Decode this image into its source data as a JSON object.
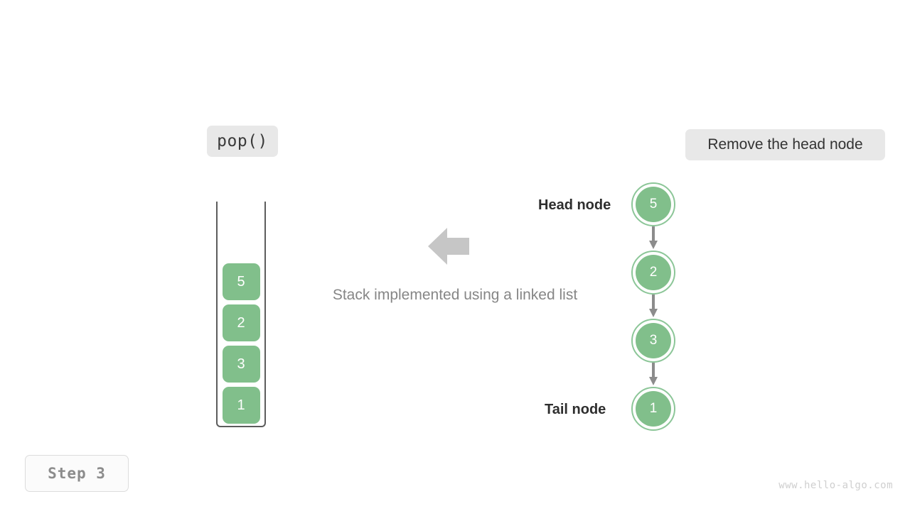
{
  "operation": {
    "label": "pop()"
  },
  "description": {
    "label": "Remove the head node"
  },
  "caption": {
    "text": "Stack implemented using a linked list"
  },
  "step": {
    "label": "Step 3"
  },
  "watermark": {
    "text": "www.hello-algo.com"
  },
  "colors": {
    "node_fill": "#81bf8b",
    "node_ring": "#8cc698",
    "arrow_gray": "#8c8c8c",
    "big_arrow_gray": "#c6c6c6",
    "chip_bg": "#e8e8e8",
    "container_border": "#5c5c5c"
  },
  "stack": {
    "name": "stack-visual",
    "open_top": true,
    "items": [
      {
        "value": "5"
      },
      {
        "value": "2"
      },
      {
        "value": "3"
      },
      {
        "value": "1"
      }
    ]
  },
  "linked_list": {
    "name": "linked-list-visual",
    "direction": "vertical-down",
    "nodes": [
      {
        "value": "5",
        "role": "head",
        "label": "Head node"
      },
      {
        "value": "2",
        "role": "middle",
        "label": ""
      },
      {
        "value": "3",
        "role": "middle",
        "label": ""
      },
      {
        "value": "1",
        "role": "tail",
        "label": "Tail node"
      }
    ],
    "head_label": "Head node",
    "tail_label": "Tail node"
  },
  "center_arrow": {
    "direction": "left",
    "name": "left-arrow-icon"
  }
}
